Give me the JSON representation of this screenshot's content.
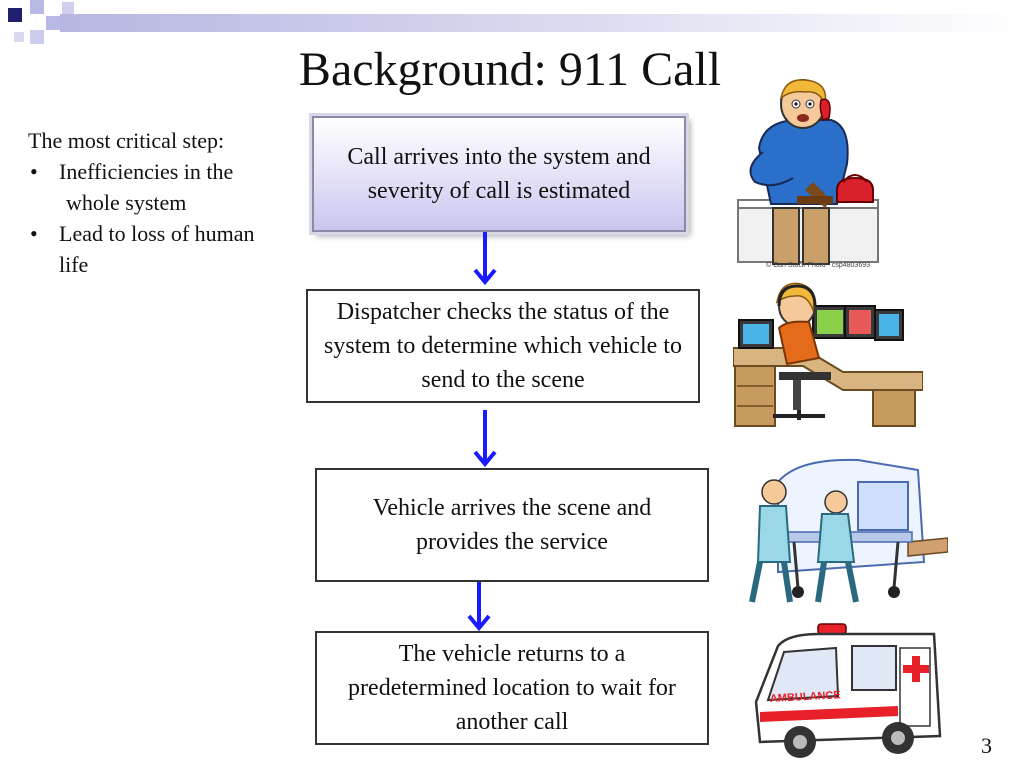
{
  "slide": {
    "title": "Background: 911 Call",
    "page_number": "3",
    "notes": {
      "heading": "The most critical step:",
      "bullets": [
        {
          "line1": "Inefficiencies in the",
          "line2": "whole system"
        },
        {
          "line1": "Lead to loss of human",
          "line2": "life"
        }
      ]
    },
    "steps": [
      "Call arrives into the system and severity of call is estimated",
      "Dispatcher checks the status of the system to determine which vehicle to send to the scene",
      "Vehicle arrives the scene and provides the service",
      "The vehicle returns to a predetermined location to wait for another call"
    ],
    "images": {
      "phone_caption": "© Can Stock Photo - csp4803693",
      "ambulance_label": "AMBULANCE"
    },
    "colors": {
      "arrow": "#1a1aff",
      "accent_navy": "#1f1f6e",
      "accent_lavender": "#b9b9e6"
    },
    "icons": [
      "phone-caller-illustration",
      "dispatcher-illustration",
      "paramedics-stretcher-illustration",
      "ambulance-illustration"
    ]
  }
}
